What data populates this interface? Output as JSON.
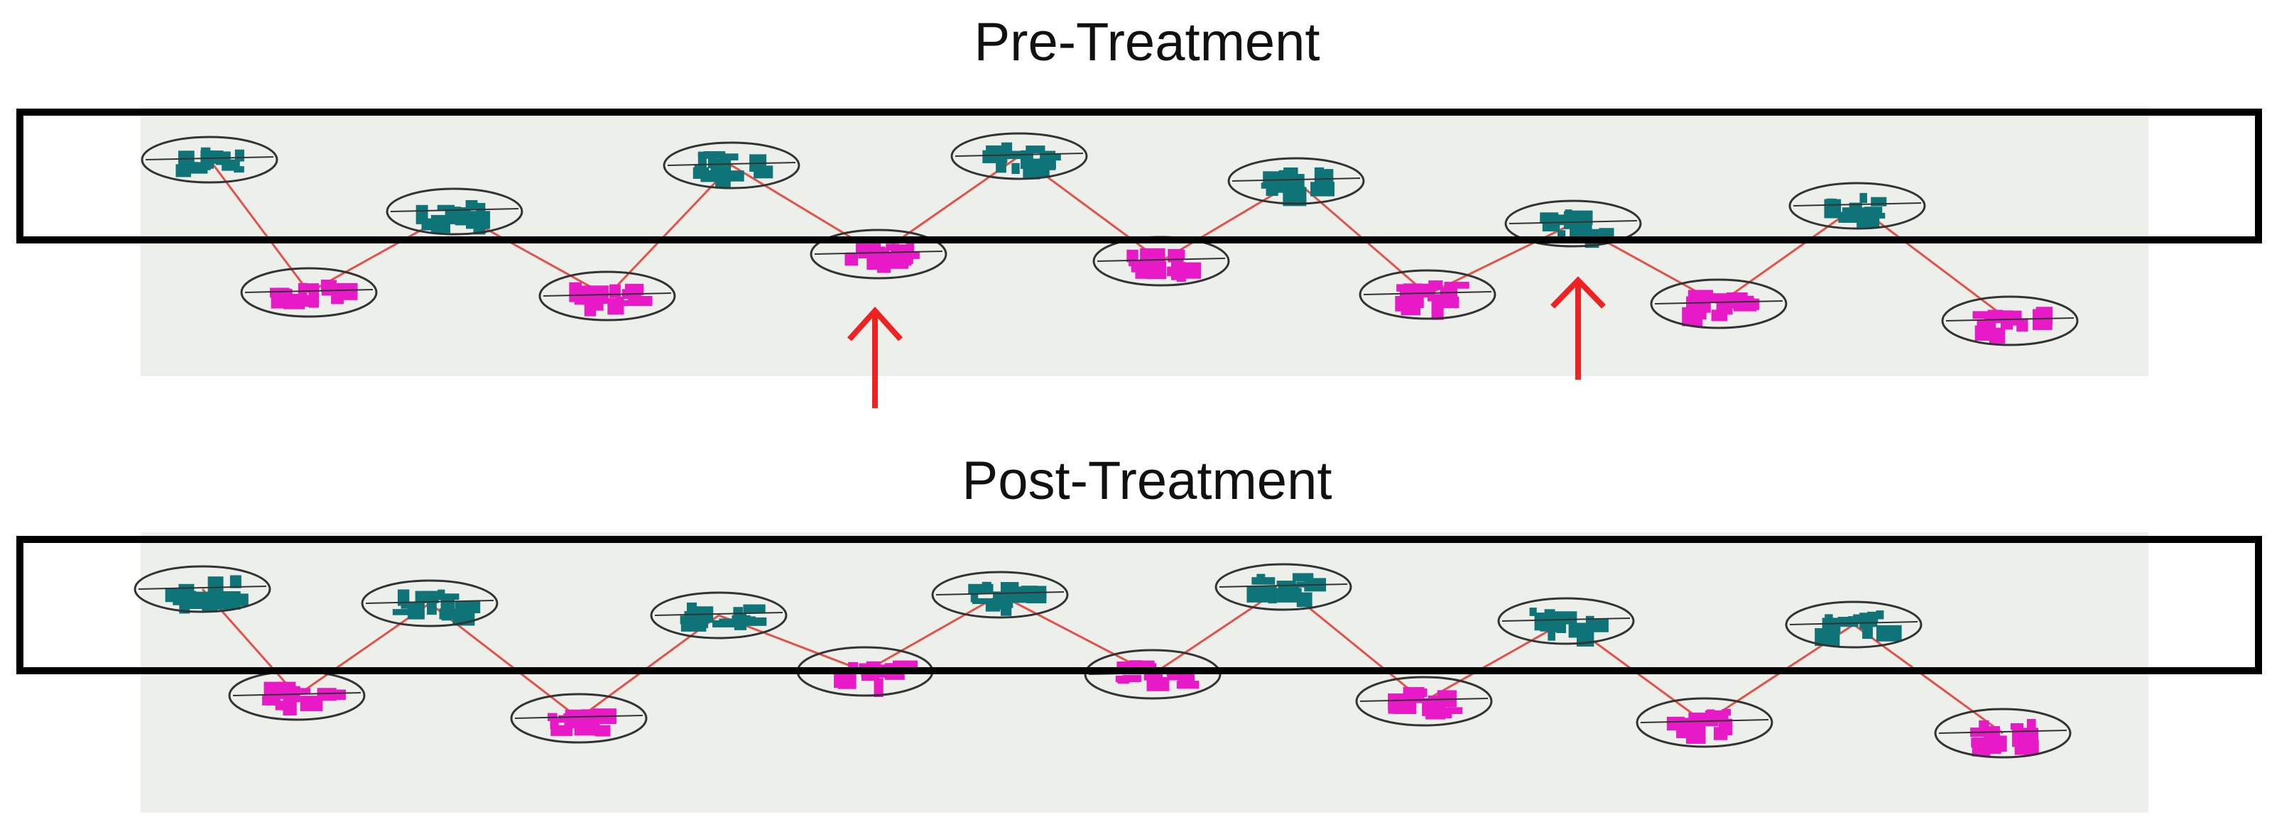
{
  "panels": [
    {
      "id": "pre",
      "title": "Pre-Treatment",
      "teal_count": 7,
      "magenta_count": 7
    },
    {
      "id": "post",
      "title": "Post-Treatment",
      "teal_count": 7,
      "magenta_count": 7
    }
  ],
  "colors": {
    "background": "#edf0ea",
    "teal": "#0f7478",
    "magenta": "#e81ac8",
    "connector": "#e0524a",
    "ellipse": "#333333",
    "frame": "#000000",
    "arrow": "#ee2222"
  },
  "annotations": {
    "arrows": 2
  }
}
